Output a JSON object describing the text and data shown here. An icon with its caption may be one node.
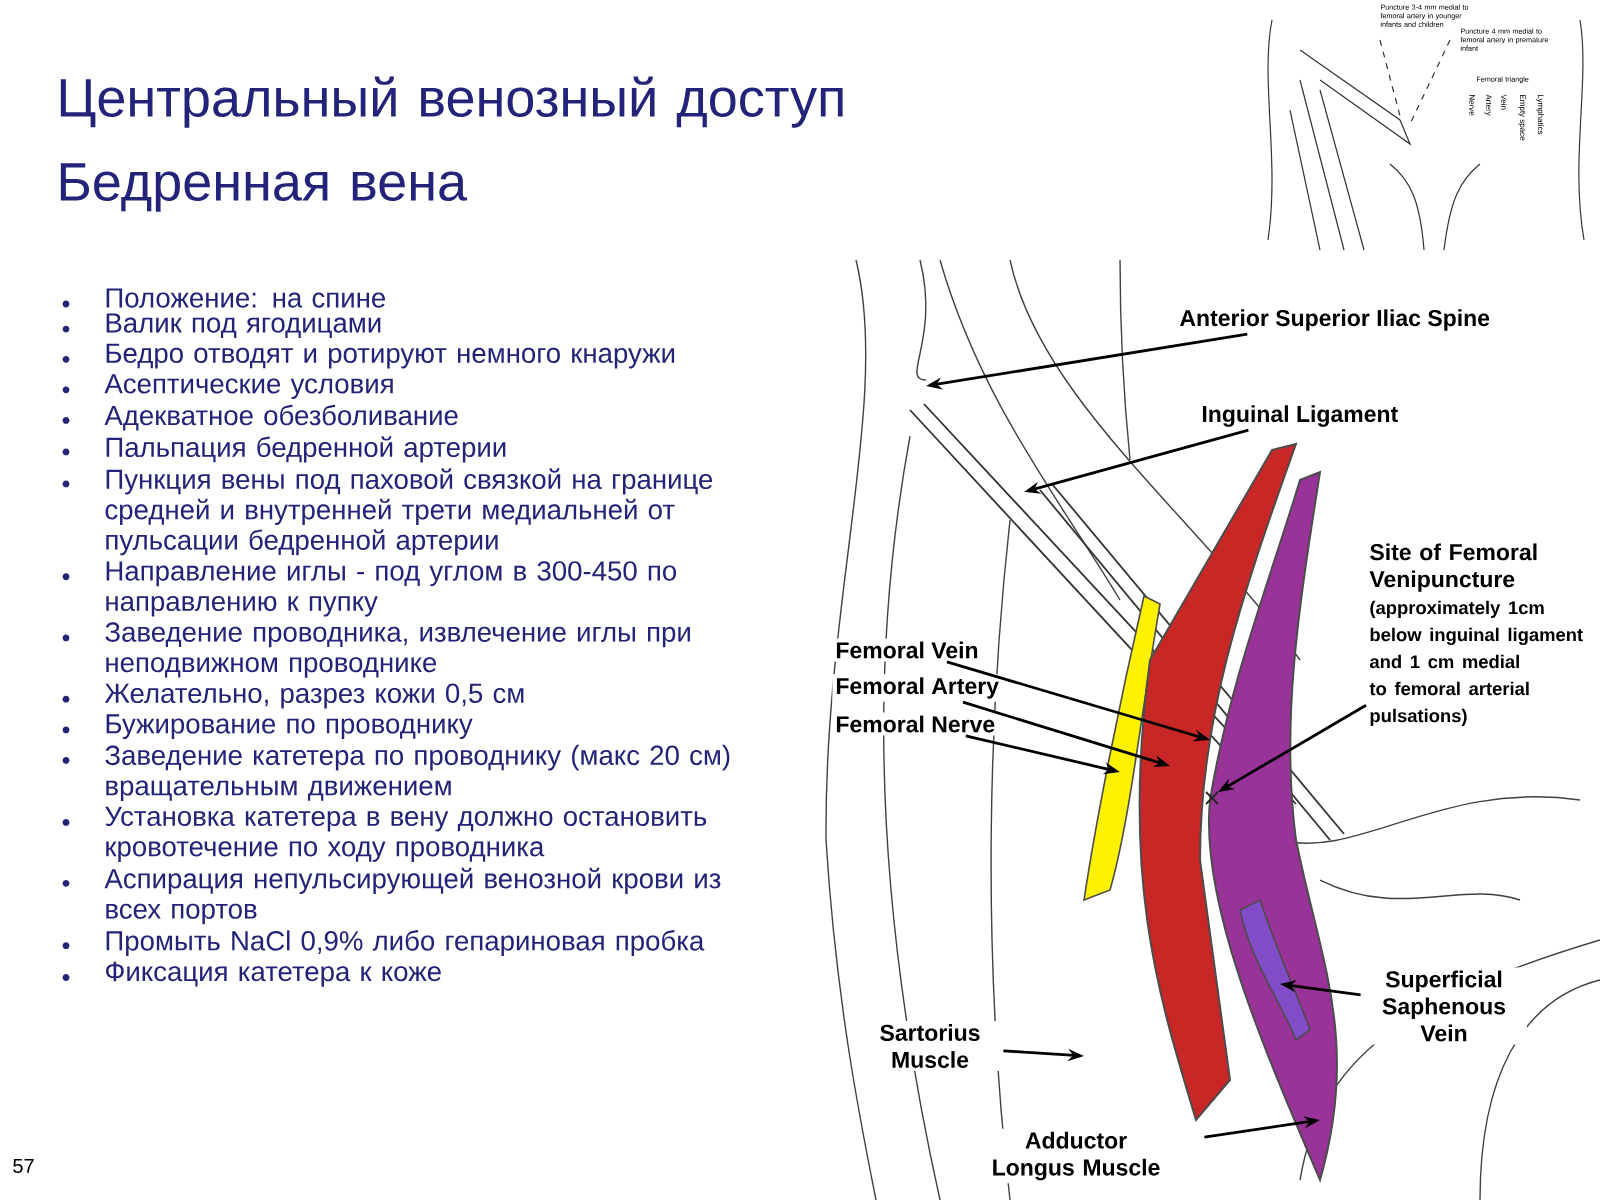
{
  "diagram": {
    "title": "Центральный венозный доступ Бедренная вена",
    "nodes": [
      {
        "text": [
          "Anterior Superior Iliac Spine"
        ],
        "in": 9
      },
      {
        "text": [
          "Inguinal Ligament"
        ],
        "in": 9
      },
      {
        "text": [
          "Site of Femoral Venipuncture",
          "(approximately 1cm below inguinal ligament and 1 cm medial to femoral arterial pulsations)"
        ],
        "in": 9
      },
      {
        "text": [
          "Femoral Vein"
        ],
        "in": 9
      },
      {
        "text": [
          "Femoral Artery"
        ],
        "in": 9
      },
      {
        "text": [
          "Femoral Nerve"
        ],
        "in": 9
      },
      {
        "text": [
          "Superficial Saphenous Vein"
        ],
        "in": 9
      },
      {
        "text": [
          "Sartorius Muscle"
        ],
        "in": 9
      },
      {
        "text": [
          "Adductor Longus Muscle"
        ],
        "in": 9
      },
      {
        "text": [],
        "shape": "picture"
      },
      {
        "text": [],
        "shape": "picture",
        "in": 9
      },
      {
        "text": [],
        "shape": "picture",
        "in": 9
      },
      {
        "text": [],
        "shape": "picture",
        "in": 9
      },
      {
        "text": [],
        "shape": "picture",
        "in": 9
      },
      {
        "text": [],
        "shape": "picture",
        "in": 13
      }
    ],
    "edges": [
      {
        "from": 0,
        "to": 9,
        "arrow": "to"
      },
      {
        "from": 1,
        "to": 10,
        "arrow": "to"
      },
      {
        "from": 2,
        "to": 13,
        "arrow": "to"
      },
      {
        "from": 3,
        "to": 13,
        "arrow": "to"
      },
      {
        "from": 4,
        "to": 12,
        "arrow": "to"
      },
      {
        "from": 5,
        "to": 11,
        "arrow": "to"
      },
      {
        "from": 6,
        "to": 14,
        "arrow": "to"
      },
      {
        "from": 7,
        "to": 9,
        "arrow": "to"
      },
      {
        "from": 8,
        "to": 9,
        "arrow": "to"
      }
    ],
    "labels": [
      "Puncture 3-4 mm medial to femoral artery in younger infants and children",
      "Puncture 4 mm medial to femoral artery in premature infant",
      "Femoral triangle",
      "Nerve",
      "Artery",
      "Vein",
      "Empty space",
      "Lymphatics",
      "Положение: на спине",
      "Валик под ягодицами",
      "Бедро отводят и ротируют немного кнаружи",
      "Асептические условия",
      "Адекватное обезболивание",
      "Пальпация бедренной артерии",
      "Пункция вены под паховой связкой на границе средней и внутренней трети медиальней от пульсации бедренной артерии",
      "Направление иглы - под углом в 300-450 по направлению к пупку",
      "Заведение проводника, извлечение иглы при неподвижном проводнике",
      "Желательно, разрез кожи 0,5 см",
      "Бужирование по проводнику",
      "Заведение катетера по проводнику (макс 20 см) вращательным движением",
      "Установка катетера в вену должно остановить кровотечение по ходу проводника",
      "Аспирация непульсирующей венозной крови из всех портов",
      "Промыть NaCl 0,9% либо гепариновая пробка",
      "Фиксация катетера к коже",
      "57"
    ]
  }
}
